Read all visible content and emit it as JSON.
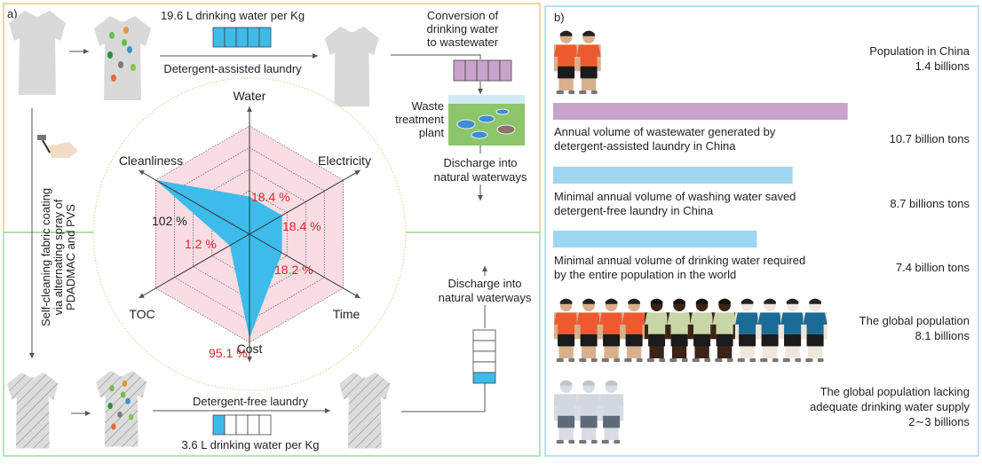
{
  "panel_a": {
    "label": "a)",
    "top_flow": {
      "water_used": "19.6 L drinking water per Kg",
      "process": "Detergent-assisted laundry",
      "conversion": [
        "Conversion of",
        "drinking water",
        "to wastewater"
      ],
      "plant": [
        "Waste",
        "treatment",
        "plant"
      ],
      "discharge": [
        "Discharge into",
        "natural waterways"
      ],
      "water_cells_filled": 5,
      "water_cells_total": 5
    },
    "coating": [
      "Self-cleaning fabric coating",
      "via alternating spray of",
      "PDADMAC and PVS"
    ],
    "bottom_flow": {
      "process": "Detergent-free laundry",
      "water_used": "3.6 L drinking water per Kg",
      "discharge": [
        "Discharge into",
        "natural waterways"
      ],
      "water_cells_filled": 1,
      "water_cells_total": 5
    },
    "radar": {
      "axes": [
        "Water",
        "Electricity",
        "Time",
        "Cost",
        "TOC",
        "Cleanliness"
      ],
      "values": [
        18.4,
        18.4,
        18.2,
        95.1,
        1.2,
        102
      ],
      "value_labels": [
        "18.4 %",
        "18.4 %",
        "18.2 %",
        "95.1 %",
        "1.2 %",
        "102 %"
      ],
      "fill_color": "#3dbbea",
      "grid_color": "#f9dde3",
      "label_color": "#d7262e"
    }
  },
  "panel_b": {
    "label": "b)",
    "rows": [
      {
        "kind": "people",
        "groups": [
          {
            "count": 2,
            "shirt": "#ee5a2f",
            "skin": "#d9b08c",
            "hair": "#222"
          }
        ],
        "text": [
          "Population in China",
          "1.4 billions"
        ]
      },
      {
        "kind": "bar",
        "value": 10.7,
        "color": "#c9a3cb",
        "text": [
          "Annual volume of wastewater generated by",
          "detergent-assisted laundry in China"
        ],
        "value_label": "10.7 billion tons"
      },
      {
        "kind": "bar",
        "value": 8.7,
        "color": "#9fd6f2",
        "text": [
          "Minimal annual volume of washing water saved",
          "detergent-free laundry in China"
        ],
        "value_label": "8.7 billions tons"
      },
      {
        "kind": "bar",
        "value": 7.4,
        "color": "#9fd6f2",
        "text": [
          "Minimal annual volume of drinking water required",
          "by the entire population in the world"
        ],
        "value_label": "7.4 billion tons"
      },
      {
        "kind": "people",
        "groups": [
          {
            "count": 4,
            "shirt": "#ee5a2f",
            "skin": "#d9b08c",
            "hair": "#222"
          },
          {
            "count": 4,
            "shirt": "#c8d6a8",
            "skin": "#3b2318",
            "hair": "#1a0f0a"
          },
          {
            "count": 4,
            "shirt": "#1a6b95",
            "skin": "#efe6dc",
            "hair": "#222"
          }
        ],
        "text": [
          "The global population",
          "8.1 billions"
        ]
      },
      {
        "kind": "people",
        "groups": [
          {
            "count": 3,
            "shirt": "#d3d8e0",
            "skin": "#d9dde3",
            "hair": "#c0c5cc"
          }
        ],
        "text": [
          "The global population lacking",
          "adequate drinking water supply",
          "2∼3 billions"
        ]
      }
    ]
  }
}
